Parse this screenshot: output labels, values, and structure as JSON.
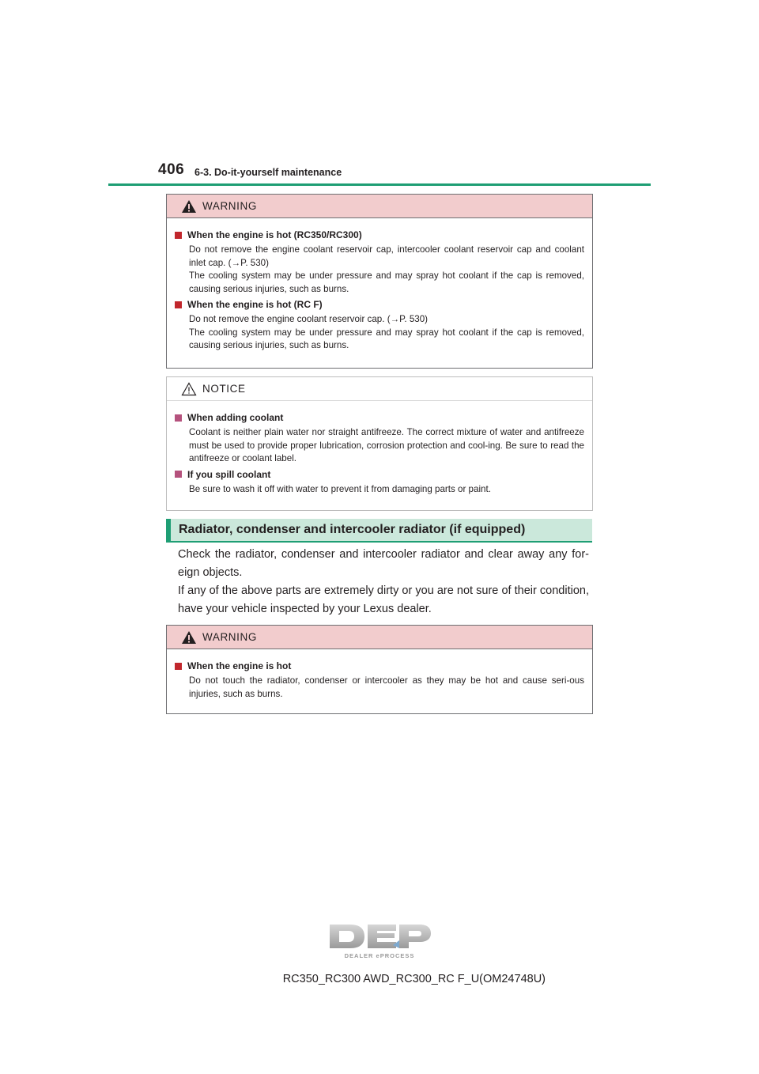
{
  "header": {
    "page_number": "406",
    "section": "6-3. Do-it-yourself maintenance"
  },
  "warning1": {
    "label": "WARNING",
    "items": [
      {
        "title": "When the engine is hot (RC350/RC300)",
        "lines": [
          "Do not remove the engine coolant reservoir cap, intercooler coolant reservoir cap and coolant inlet cap. (→P. 530)",
          "The cooling system may be under pressure and may spray hot coolant if the cap is removed, causing serious injuries, such as burns."
        ]
      },
      {
        "title": "When the engine is hot (RC F)",
        "lines": [
          "Do not remove the engine coolant reservoir cap. (→P. 530)",
          "The cooling system may be under pressure and may spray hot coolant if the cap is removed, causing serious injuries, such as burns."
        ]
      }
    ]
  },
  "notice": {
    "label": "NOTICE",
    "items": [
      {
        "title": "When adding coolant",
        "lines": [
          "Coolant is neither plain water nor straight antifreeze. The correct mixture of water and antifreeze must be used to provide proper lubrication, corrosion protection and cool-ing. Be sure to read the antifreeze or coolant label."
        ]
      },
      {
        "title": "If you spill coolant",
        "lines": [
          "Be sure to wash it off with water to prevent it from damaging parts or paint."
        ]
      }
    ]
  },
  "section": {
    "heading": "Radiator, condenser and intercooler radiator (if equipped)",
    "paragraphs": [
      "Check the radiator, condenser and intercooler radiator and clear away any for-eign objects.",
      "If any of the above parts are extremely dirty or you are not sure of their condition, have your vehicle inspected by your Lexus dealer."
    ]
  },
  "warning2": {
    "label": "WARNING",
    "items": [
      {
        "title": "When the engine is hot",
        "lines": [
          "Do not touch the radiator, condenser or intercooler as they may be hot and cause seri-ous injuries, such as burns."
        ]
      }
    ]
  },
  "logo": {
    "main": "DEP",
    "sub": "DEALER ePROCESS"
  },
  "footer": {
    "text": "RC350_RC300 AWD_RC300_RC F_U(OM24748U)"
  },
  "colors": {
    "accent_green": "#1e9e74",
    "warning_bg": "#f2cccd",
    "warning_bullet": "#c1272d",
    "notice_bullet": "#b5527d"
  }
}
